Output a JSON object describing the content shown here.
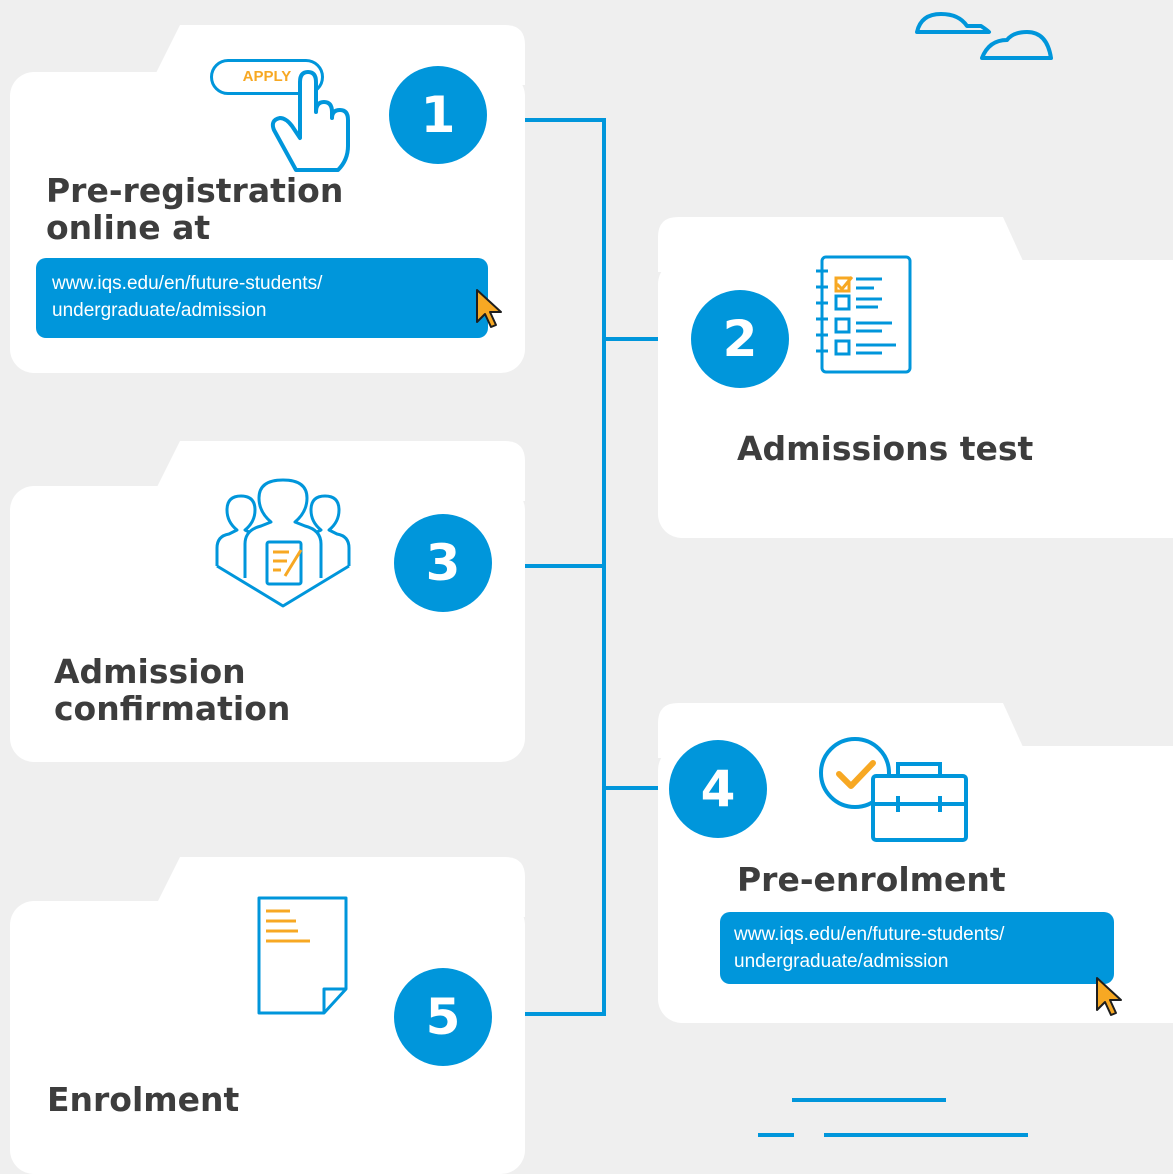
{
  "colors": {
    "accent": "#0096db",
    "highlight": "#f7a823",
    "card": "#ffffff",
    "background": "#efefef",
    "text": "#3d3d3d"
  },
  "steps": [
    {
      "number": "1",
      "title": "Pre-registration\nonline at",
      "url": "www.iqs.edu/en/future-students/\nundergraduate/admission",
      "button_label": "APPLY",
      "icon": "hand-pointer-icon"
    },
    {
      "number": "2",
      "title": "Admissions test",
      "icon": "checklist-icon"
    },
    {
      "number": "3",
      "title": "Admission\nconfirmation",
      "icon": "group-document-icon"
    },
    {
      "number": "4",
      "title": "Pre-enrolment",
      "url": "www.iqs.edu/en/future-students/\nundergraduate/admission",
      "icon": "briefcase-check-icon"
    },
    {
      "number": "5",
      "title": "Enrolment",
      "icon": "document-icon"
    }
  ]
}
